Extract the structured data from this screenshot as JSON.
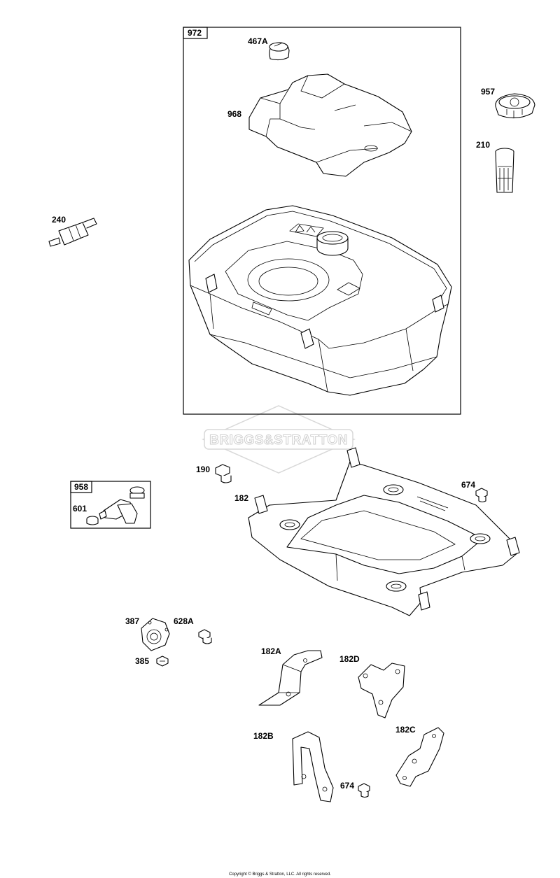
{
  "assembly_boxes": [
    {
      "id": "box-972",
      "label": "972"
    },
    {
      "id": "box-958",
      "label": "958"
    }
  ],
  "callouts": [
    {
      "id": "467a",
      "label": "467A"
    },
    {
      "id": "968",
      "label": "968"
    },
    {
      "id": "957",
      "label": "957"
    },
    {
      "id": "210",
      "label": "210"
    },
    {
      "id": "240",
      "label": "240"
    },
    {
      "id": "190",
      "label": "190"
    },
    {
      "id": "182",
      "label": "182"
    },
    {
      "id": "674a",
      "label": "674"
    },
    {
      "id": "601",
      "label": "601"
    },
    {
      "id": "387",
      "label": "387"
    },
    {
      "id": "628a",
      "label": "628A"
    },
    {
      "id": "385",
      "label": "385"
    },
    {
      "id": "182a",
      "label": "182A"
    },
    {
      "id": "182d",
      "label": "182D"
    },
    {
      "id": "182b",
      "label": "182B"
    },
    {
      "id": "182c",
      "label": "182C"
    },
    {
      "id": "674b",
      "label": "674"
    }
  ],
  "watermark": "BRIGGS&STRATTON",
  "copyright": "Copyright © Briggs & Stratton, LLC. All rights reserved."
}
